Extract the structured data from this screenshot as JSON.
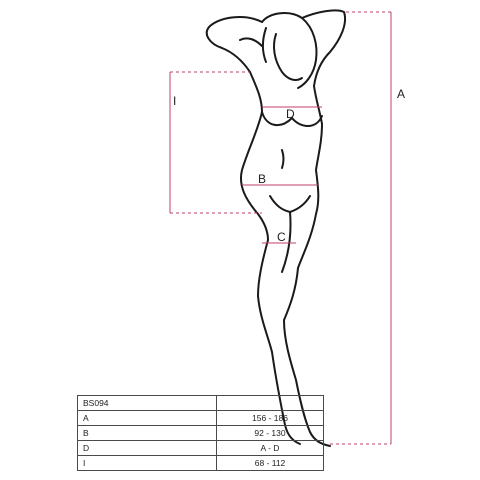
{
  "measure_labels": {
    "A": "A",
    "B": "B",
    "C": "C",
    "D": "D",
    "I": "I"
  },
  "size_table": {
    "header": "BS094",
    "rows": [
      {
        "label": "A",
        "value": "156 - 186"
      },
      {
        "label": "B",
        "value": "92 - 130"
      },
      {
        "label": "D",
        "value": "A - D"
      },
      {
        "label": "I",
        "value": "68 - 112"
      }
    ]
  },
  "colors": {
    "measure_line": "#c0406a",
    "outline": "#1a1a1a",
    "table_border": "#4a4a4a"
  }
}
